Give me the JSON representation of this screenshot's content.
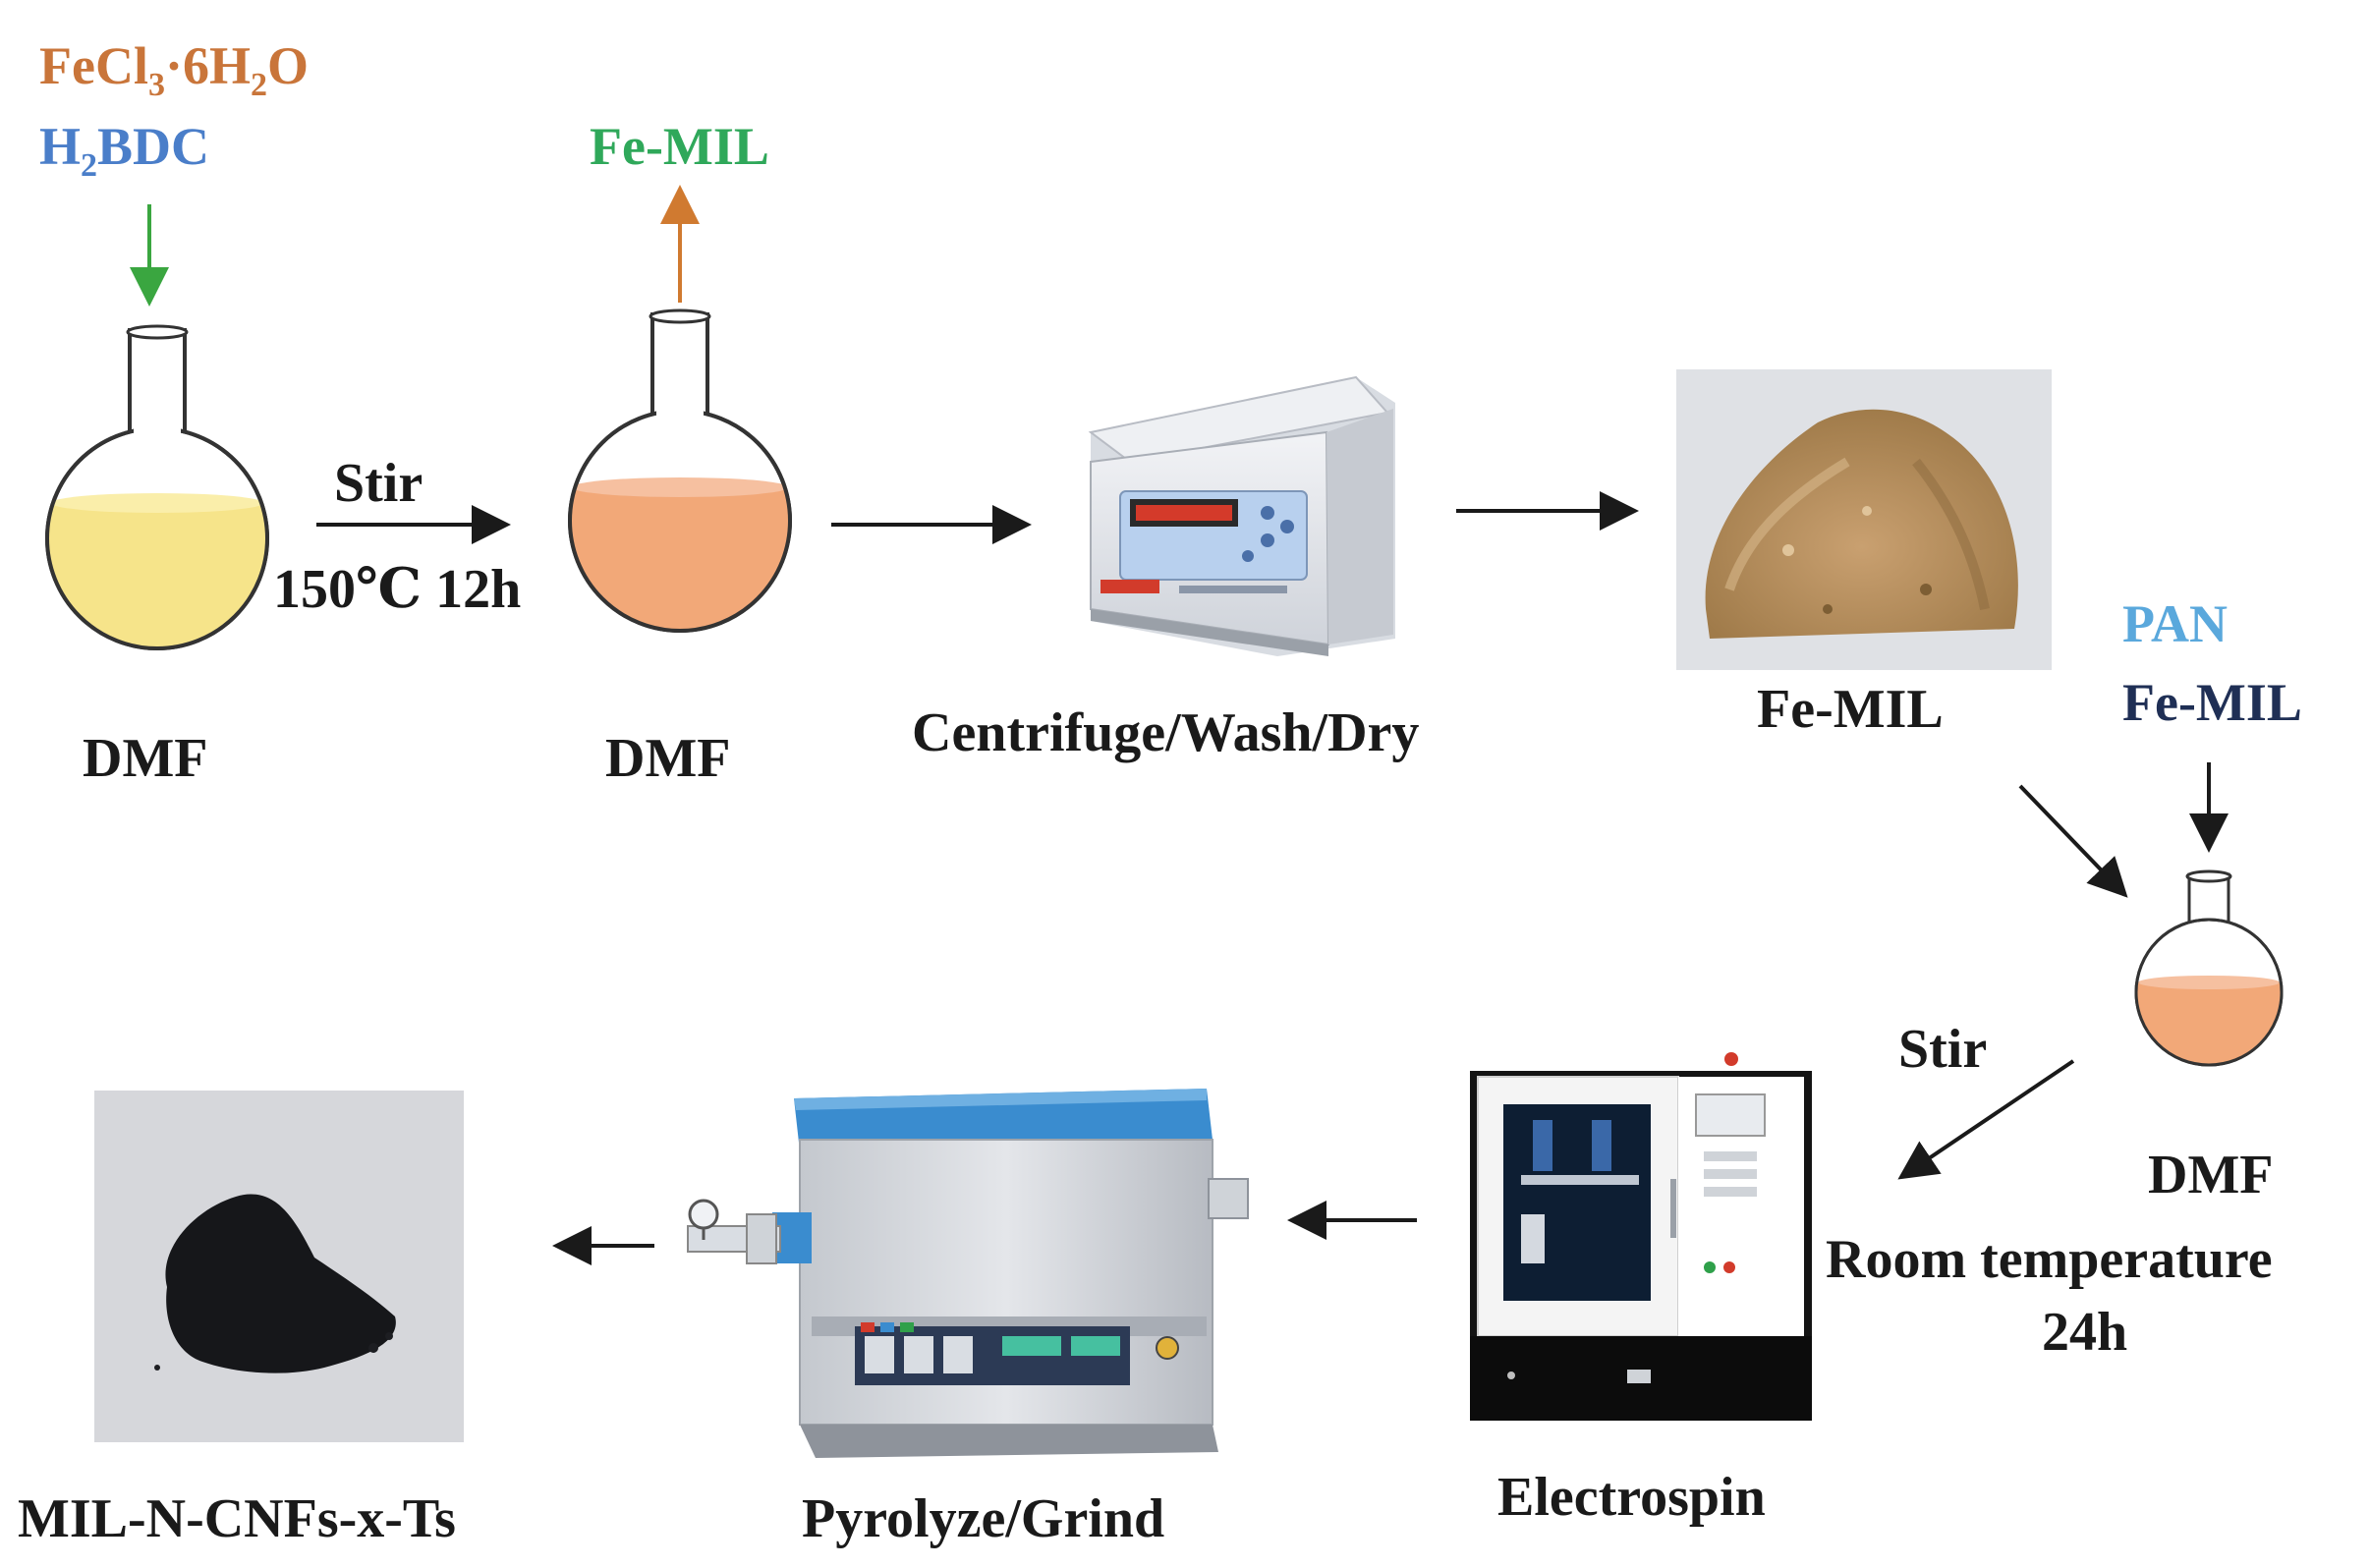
{
  "reagents_1": {
    "fecl3_prefix": "FeCl",
    "fecl3_sub": "3",
    "fecl3_mid": "·6H",
    "fecl3_sub2": "2",
    "fecl3_suffix": "O",
    "h2bdc_prefix": "H",
    "h2bdc_sub": "2",
    "h2bdc_suffix": "BDC",
    "fecl3_color": "#c9753a",
    "h2bdc_color": "#4a7ec9"
  },
  "product_1": {
    "label": "Fe-MIL",
    "color": "#2fa85a"
  },
  "step_1": {
    "stir": "Stir",
    "conditions": "150℃ 12h"
  },
  "flask_labels": {
    "flask1": "DMF",
    "flask2": "DMF",
    "flask3": "DMF"
  },
  "centrifuge": {
    "label": "Centrifuge/Wash/Dry"
  },
  "powder": {
    "label": "Fe-MIL"
  },
  "reagents_2": {
    "pan": "PAN",
    "fe_mil": "Fe-MIL",
    "pan_color": "#5aa8dc",
    "fe_mil_color": "#1f2f55"
  },
  "step_2": {
    "stir": "Stir",
    "conditions_line1": "Room temperature",
    "conditions_line2": "24h"
  },
  "electrospin": {
    "label": "Electrospin"
  },
  "furnace": {
    "label": "Pyrolyze/Grind"
  },
  "final": {
    "label": "MIL-N-CNFs-x-Ts"
  },
  "colors": {
    "yellow_solution": "#f6e48a",
    "orange_solution": "#f2a878",
    "arrow": "#1a1a1a",
    "green_arrow": "#3aa640",
    "orange_arrow": "#d07a30",
    "furnace_blue": "#3a8ccf"
  }
}
